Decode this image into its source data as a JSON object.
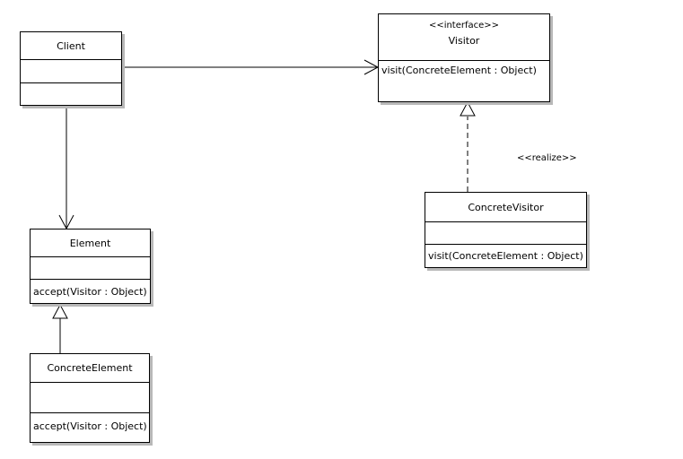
{
  "classes": {
    "client": {
      "name": "Client",
      "attributes": "",
      "operations": ""
    },
    "visitor": {
      "stereotype": "<<interface>>",
      "name": "Visitor",
      "operations": "visit(ConcreteElement : Object)"
    },
    "concrete_visitor": {
      "name": "ConcreteVisitor",
      "attributes": "",
      "operations": "visit(ConcreteElement : Object)"
    },
    "element": {
      "name": "Element",
      "attributes": "",
      "operations": "accept(Visitor : Object)"
    },
    "concrete_element": {
      "name": "ConcreteElement",
      "attributes": "",
      "operations": "accept(Visitor : Object)"
    }
  },
  "relations": {
    "realize_label": "<<realize>>"
  },
  "colors": {
    "line": "#000000",
    "shadow": "#b8b8b8",
    "box_fill": "#ffffff"
  }
}
